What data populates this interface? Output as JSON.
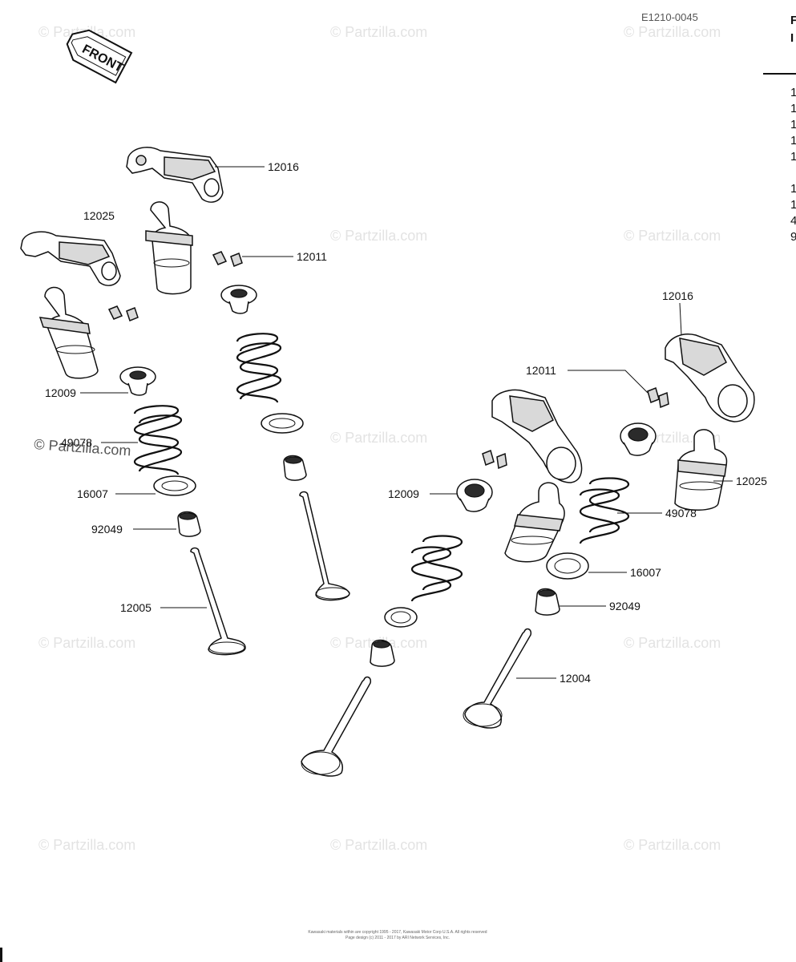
{
  "figure_number": "E1210-0045",
  "front_marker": "FRONT",
  "watermark": "© Partzilla.com",
  "part_labels": {
    "rocker_arm_top_left": "12016",
    "rocker_arm_right": "12016",
    "lifter_left": "12025",
    "lifter_right": "12025",
    "keeper_left": "12011",
    "keeper_right": "12011",
    "retainer_left": "12009",
    "retainer_right": "12009",
    "spring_left": "49078",
    "spring_right": "49078",
    "seat_left": "16007",
    "seat_right": "16007",
    "seal_left": "92049",
    "seal_right": "92049",
    "valve_left": "12005",
    "valve_right": "12004"
  },
  "edge_fragments": [
    "F",
    "I",
    "1",
    "1",
    "1",
    "1",
    "1",
    "1",
    "1",
    "4",
    "9"
  ],
  "copyright_line1": "Kawasaki materials within are copyright 1995 - 2017, Kawasaki Motor Corp U.S.A. All rights reserved",
  "copyright_line2": "Page design (c) 2011 - 2017 by ARI Network Services, Inc."
}
